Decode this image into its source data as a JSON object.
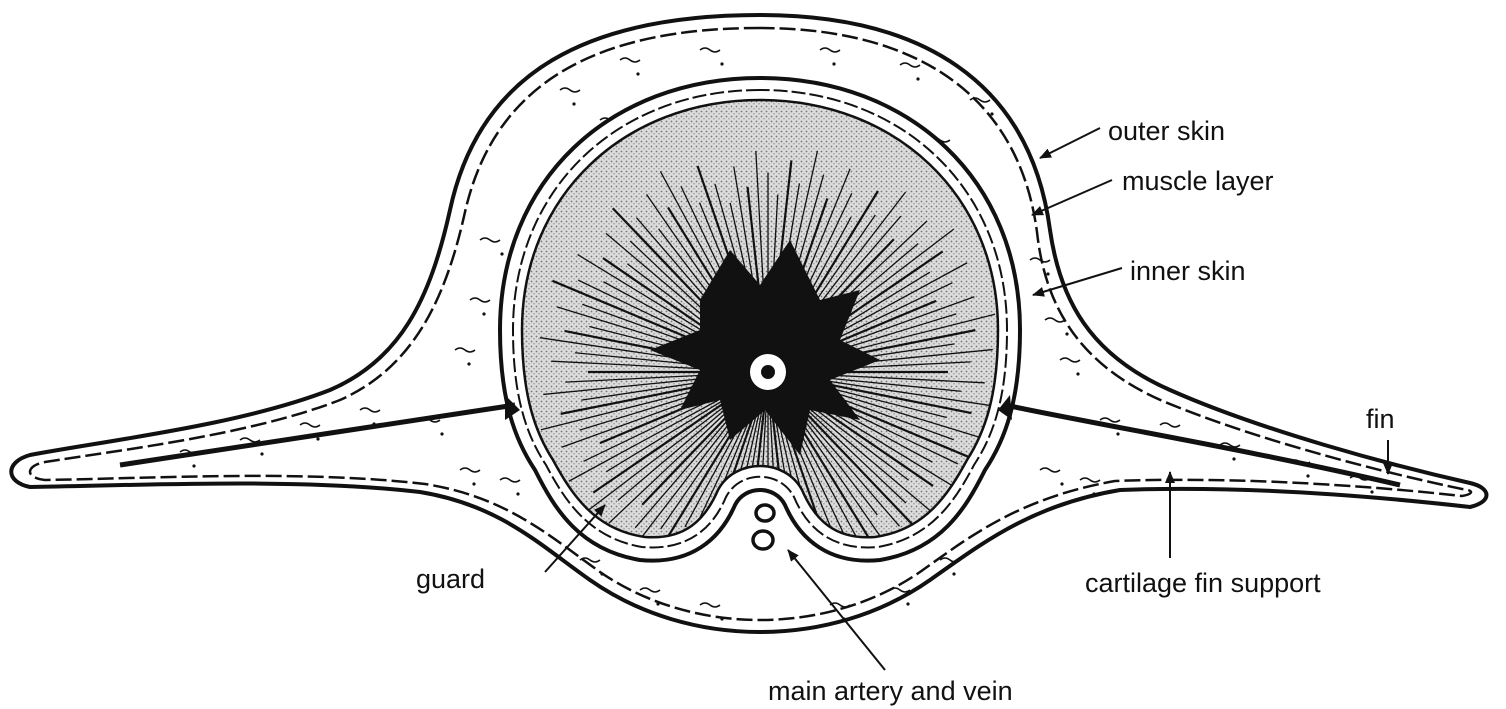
{
  "diagram": {
    "labels": {
      "outer_skin": "outer skin",
      "muscle_layer": "muscle layer",
      "inner_skin": "inner skin",
      "fin": "fin",
      "guard": "guard",
      "cartilage_fin_support": "cartilage fin support",
      "main_artery_and_vein": "main artery and vein"
    },
    "colors": {
      "ink": "#111111",
      "guard_fill": "#d4d4d4",
      "background": "#ffffff"
    }
  }
}
